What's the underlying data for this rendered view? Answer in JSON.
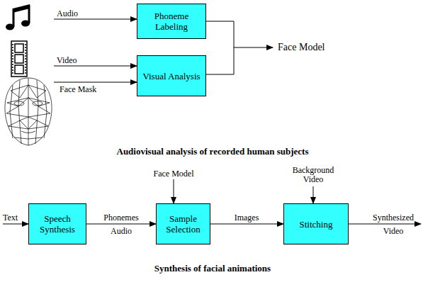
{
  "diagram": {
    "nodes": [
      {
        "text": [
          "Phoneme Labeling"
        ]
      },
      {
        "text": [
          "Visual Analysis"
        ]
      },
      {
        "text": [
          "Speech Synthesis"
        ]
      },
      {
        "text": [
          "Sample Selection"
        ]
      },
      {
        "text": [
          "Stitching"
        ]
      }
    ],
    "edges": [
      {
        "from": 2,
        "to": 3,
        "arrow": "to"
      },
      {
        "from": 3,
        "to": 4,
        "arrow": "to"
      }
    ],
    "labels": [
      "Audio",
      "Video",
      "Face Mask",
      "Face Model",
      "Audiovisual analysis of recorded human subjects",
      "Text",
      "Phonemes",
      "Audio",
      "Images",
      "Synthesized",
      "Video",
      "Face Model",
      "Background Video",
      "Synthesis of facial animations"
    ]
  }
}
